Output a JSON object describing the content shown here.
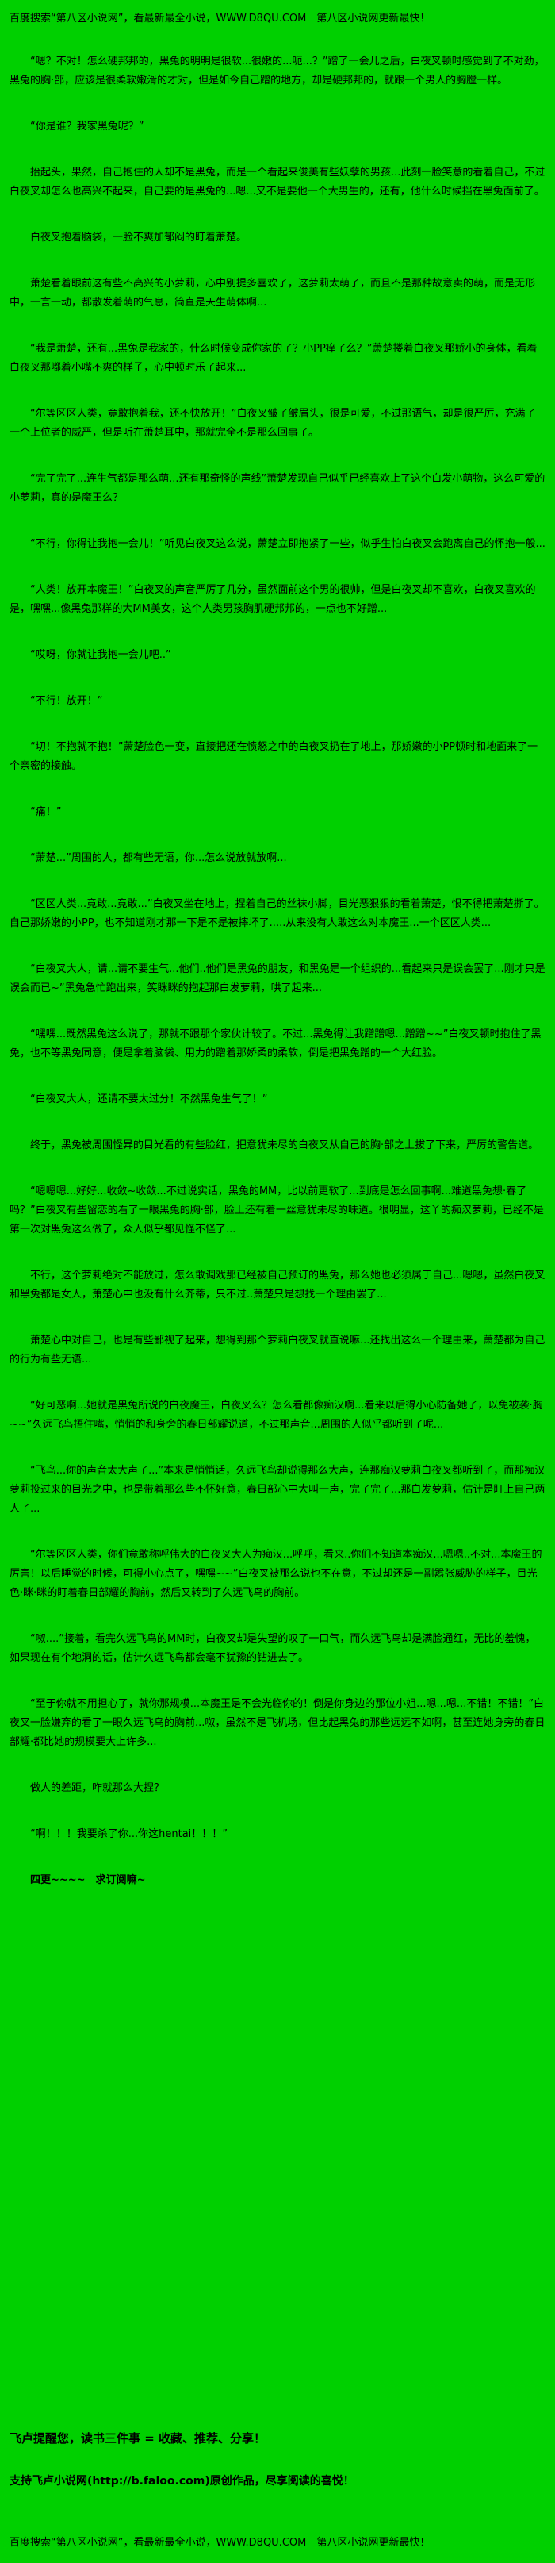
{
  "page": {
    "bg_color": "#00d000",
    "text_color": "#000000"
  },
  "header": {
    "text": "百度搜索“第八区小说网”，看最新最全小说，WWW.D8QU.COM　第八区小说网更新最快！"
  },
  "paragraphs": [
    "“嗯？不对！怎么硬邦邦的，黑兔的明明是很软...很嫩的...呃...？”蹭了一会儿之后，白夜叉顿时感觉到了不对劲，黑兔的胸·部，应该是很柔软嫩滑的才对，但是如今自己蹭的地方，却是硬邦邦的，就跟一个男人的胸膛一样。",
    "“你是谁？我家黑兔呢？”",
    "抬起头，果然，自己抱住的人却不是黑兔，而是一个看起来俊美有些妖孽的男孩...此刻一脸笑意的看着自己，不过白夜叉却怎么也高兴不起来，自己要的是黑兔的...嗯...又不是要他一个大男生的，还有，他什么时候挡在黑兔面前了。",
    "白夜叉抱着脑袋，一脸不爽加郁闷的盯着萧楚。",
    "萧楚看着眼前这有些不高兴的小萝莉，心中别提多喜欢了，这萝莉太萌了，而且不是那种故意卖的萌，而是无形中，一言一动，都散发着萌的气息，简直是天生萌体啊...",
    "“我是萧楚，还有...黑兔是我家的，什么时候变成你家的了？小PP痒了么？”萧楚搂着白夜叉那娇小的身体，看着白夜叉那嘟着小嘴不爽的样子，心中顿时乐了起来...",
    "“尔等区区人类，竟敢抱着我，还不快放开！”白夜叉皱了皱眉头，很是可爱，不过那语气，却是很严厉，充满了一个上位者的威严，但是听在萧楚耳中，那就完全不是那么回事了。",
    "“完了完了...连生气都是那么萌...还有那奇怪的声线”萧楚发现自己似乎已经喜欢上了这个白发小萌物，这么可爱的小萝莉，真的是魔王么？",
    "“不行，你得让我抱一会儿！”听见白夜叉这么说，萧楚立即抱紧了一些，似乎生怕白夜叉会跑离自己的怀抱一般...",
    "“人类！放开本魔王！”白夜叉的声音严厉了几分，虽然面前这个男的很帅，但是白夜叉却不喜欢，白夜叉喜欢的是，嘿嘿...像黑兔那样的大MM美女，这个人类男孩胸肌硬邦邦的，一点也不好蹭...",
    "“哎呀，你就让我抱一会儿吧..”",
    "“不行！放开！”",
    "“切！不抱就不抱！”萧楚脸色一变，直接把还在愤怒之中的白夜叉扔在了地上，那娇嫩的小PP顿时和地面来了一个亲密的接触。",
    "“痛！”",
    "“萧楚...”周围的人，都有些无语，你...怎么说放就放啊...",
    "“区区人类...竟敢...竟敢...”白夜叉坐在地上，捏着自己的丝袜小脚，目光恶狠狠的看着萧楚，恨不得把萧楚撕了。自己那娇嫩的小PP，也不知道刚才那一下是不是被摔坏了.....从来没有人敢这么对本魔王...一个区区人类...",
    "“白夜叉大人，请...请不要生气...他们..他们是黑兔的朋友，和黑兔是一个组织的...看起来只是误会罢了...刚才只是误会而已~”黑兔急忙跑出来，笑眯眯的抱起那白发萝莉，哄了起来...",
    "“嘿嘿...既然黑兔这么说了，那就不跟那个家伙计较了。不过...黑兔得让我蹭蹭嗯...蹭蹭~~”白夜叉顿时抱住了黑兔，也不等黑兔同意，便是拿着脑袋、用力的蹭着那娇柔的柔软，倒是把黑兔蹭的一个大红脸。",
    "“白夜叉大人，还请不要太过分！不然黑兔生气了！”",
    "终于，黑兔被周围怪异的目光看的有些脸红，把意犹未尽的白夜叉从自己的胸·部之上拔了下来，严厉的警告道。",
    "“嗯嗯嗯...好好...收敛~收敛...不过说实话，黑兔的MM，比以前更软了...到底是怎么回事啊...难道黑兔想·春了吗？”白夜叉有些留恋的看了一眼黑兔的胸·部，脸上还有着一丝意犹未尽的味道。很明显，这丫的痴汉萝莉，已经不是第一次对黑兔这么做了，众人似乎都见怪不怪了...",
    "不行，这个萝莉绝对不能放过，怎么敢调戏那已经被自己预订的黑兔，那么她也必须属于自己...嗯嗯，虽然白夜叉和黑兔都是女人，萧楚心中也没有什么芥蒂，只不过..萧楚只是想找一个理由罢了...",
    "萧楚心中对自己，也是有些鄙视了起来，想得到那个萝莉白夜叉就直说嘛...还找出这么一个理由来，萧楚都为自己的行为有些无语...",
    "“好可恶啊...她就是黑兔所说的白夜魔王，白夜叉么？怎么看都像痴汉啊...看来以后得小心防备她了，以免被袭·胸~~”久远飞鸟捂住嘴，悄悄的和身旁的春日部耀说道，不过那声音...周围的人似乎都听到了呢...",
    "“飞鸟...你的声音太大声了...”本来是悄悄话，久远飞鸟却说得那么大声，连那痴汉萝莉白夜叉都听到了，而那痴汉萝莉投过来的目光之中，也是带着那么些不怀好意，春日部心中大叫一声，完了完了...那白发萝莉，估计是盯上自己两人了...",
    "“尔等区区人类，你们竟敢称呼伟大的白夜叉大人为痴汉...呼呼，看来..你们不知道本痴汉...嗯嗯..不对...本魔王的厉害！以后睡觉的时候，可得小心点了，嘿嘿~~”白夜叉被那么说也不在意，不过却还是一副嚣张威胁的样子，目光色·眯·眯的盯着春日部耀的胸前，然后又转到了久远飞鸟的胸前。",
    "“呶....”接着，看完久远飞鸟的MM时，白夜叉却是失望的叹了一口气，而久远飞鸟却是满脸通红，无比的羞愧，如果现在有个地洞的话，估计久远飞鸟都会毫不犹豫的钻进去了。",
    "“至于你就不用担心了，就你那规模...本魔王是不会光临你的！倒是你身边的那位小姐...嗯...嗯...不错！不错！”白夜叉一脸嫌弃的看了一眼久远飞鸟的胸前...呶，虽然不是飞机场，但比起黑兔的那些远远不如啊，甚至连她身旁的春日部耀·都比她的规模要大上许多...",
    "做人的差距，咋就那么大捏？",
    "“啊！！！我要杀了你...你这hentai！！！”"
  ],
  "author_note": {
    "text": "四更~~~~　求订阅嘛~"
  },
  "footer": {
    "reminder": "飞卢提醒您，读书三件事 = 收藏、推荐、分享！",
    "support": "支持飞卢小说网(http://b.faloo.com)原创作品，尽享阅读的喜悦！",
    "repeat_header": "百度搜索“第八区小说网”，看最新最全小说，WWW.D8QU.COM　第八区小说网更新最快！"
  }
}
